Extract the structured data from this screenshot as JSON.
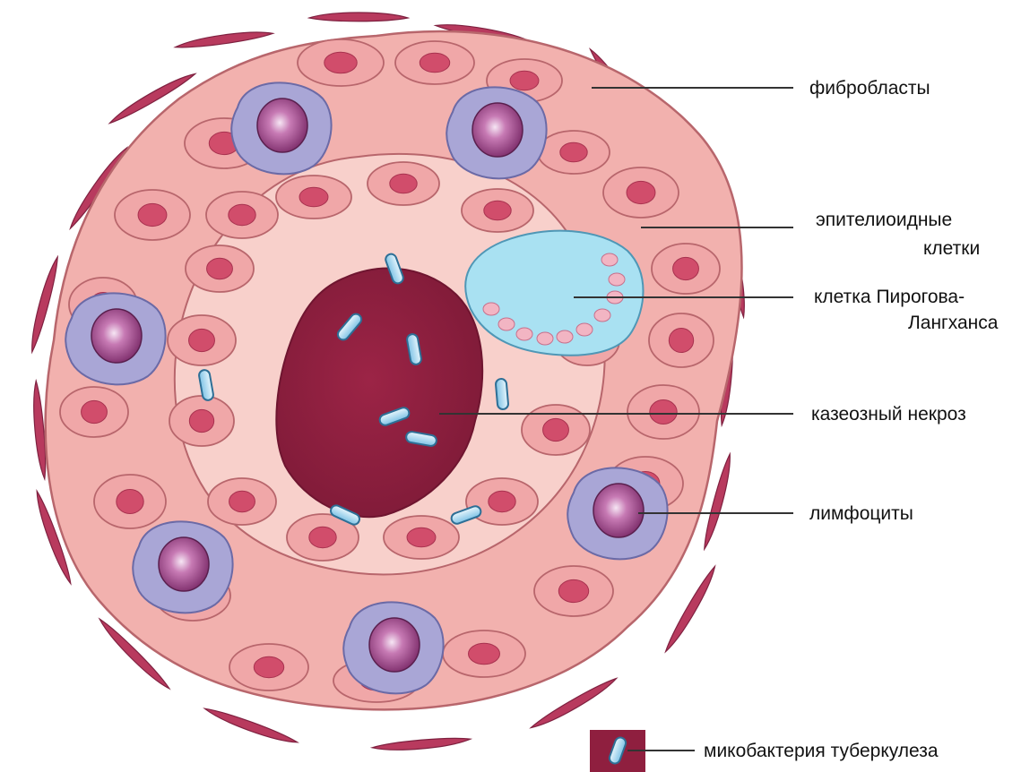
{
  "header_text": "",
  "labels": {
    "fibroblasts": "фибробласты",
    "epithelioid_1": "эпителиоидные",
    "epithelioid_2": "клетки",
    "langhans_1": "клетка Пирогова-",
    "langhans_2": "Лангханса",
    "necrosis": "казеозный некроз",
    "lymphocytes": "лимфоциты",
    "mycobacterium": "микобактерия туберкулеза"
  },
  "colors": {
    "epithelioid_cell": "#f0a7a8",
    "epithelioid_cell_inner": "#f8d2ce",
    "cell_outline": "#b8666c",
    "nucleus": "#d14d6b",
    "fibroblast": "#b83a5e",
    "lymphocyte_body": "#a9a6d6",
    "lymphocyte_nucleus": "#8a2f72",
    "langhans_cell": "#a9e1f2",
    "langhans_nucleus": "#f2b5c3",
    "necrosis": "#8f1f3f",
    "mycobacterium": "#a9d8ef"
  },
  "icons": [
    "mycobacterium-icon",
    "fibroblast-icon",
    "lymphocyte-icon",
    "langhans-cell-icon",
    "epithelioid-cell-icon"
  ]
}
